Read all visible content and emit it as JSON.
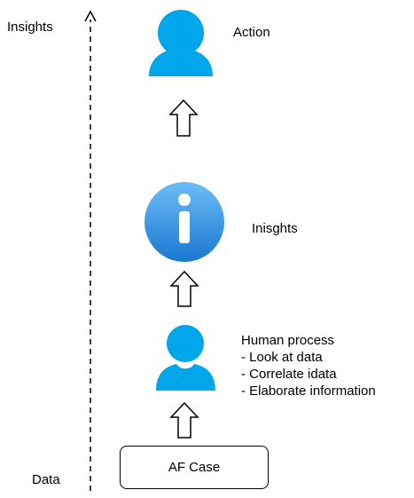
{
  "axis": {
    "top_label": "Insights",
    "bottom_label": "Data"
  },
  "nodes": {
    "action_label": "Action",
    "insights_label": "Inisghts",
    "process_title": "Human process",
    "process_steps": [
      "- Look at data",
      "- Correlate idata",
      "- Elaborate information"
    ],
    "af_case_label": "AF Case"
  },
  "icons": {
    "top_person": "person-icon",
    "info": "info-icon",
    "middle_person": "person-icon",
    "arrows": "up-arrow-outline"
  },
  "colors": {
    "person": "#00A6EA",
    "info_top": "#5CB3F2",
    "info_bottom": "#1E7FD6",
    "info_glyph": "#ffffff",
    "stroke": "#000000"
  }
}
